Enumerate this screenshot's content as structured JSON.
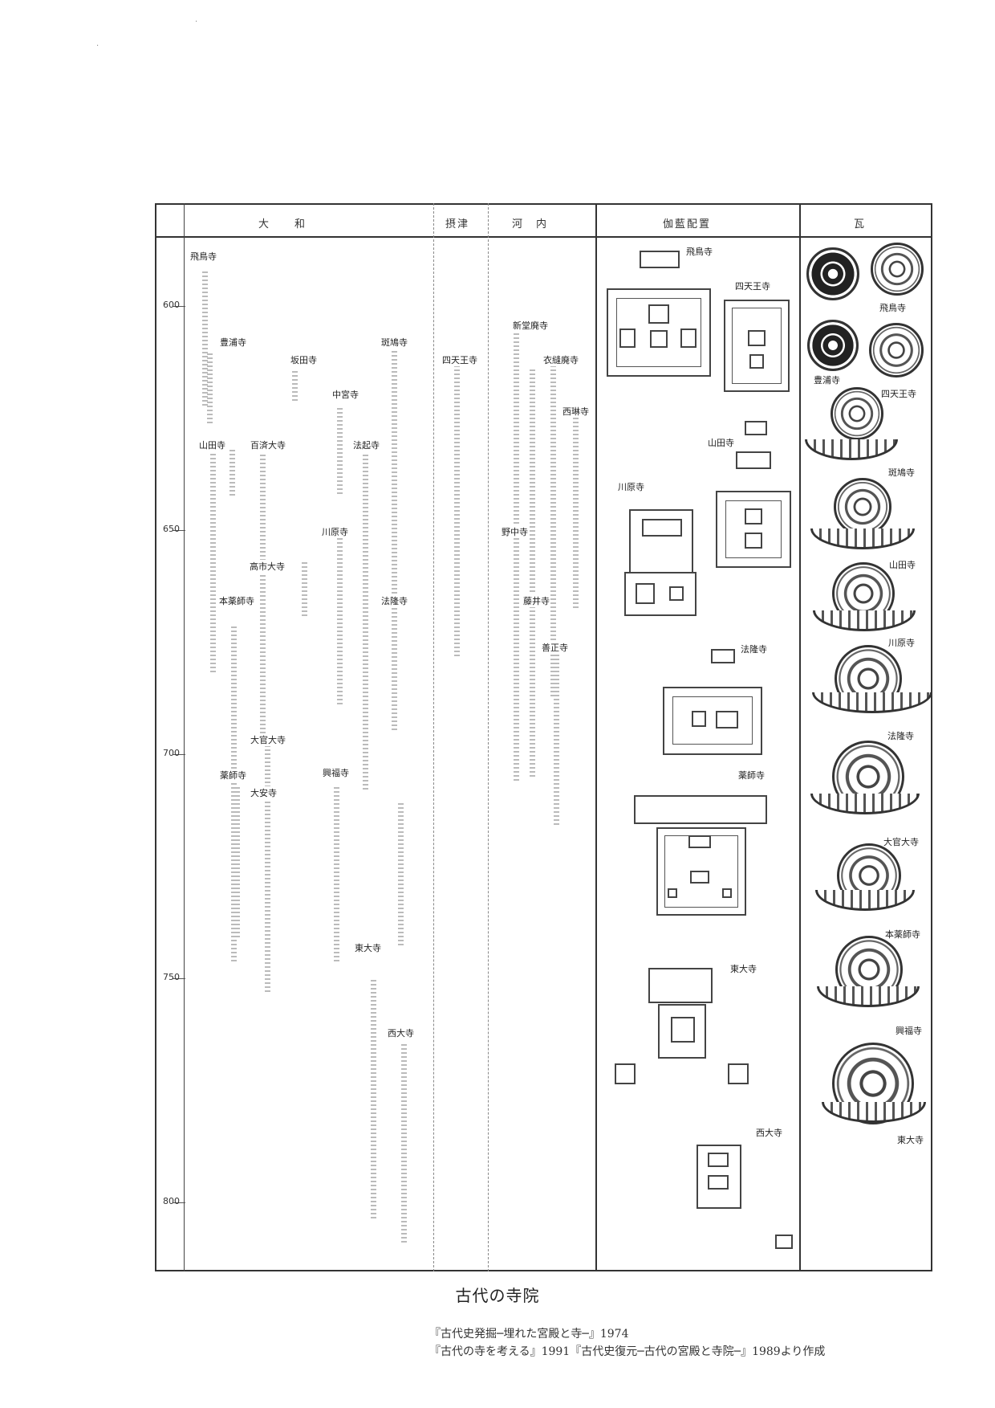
{
  "headers": {
    "yamato": "大　　和",
    "settsu": "摂津",
    "kawachi": "河　内",
    "layout": "伽藍配置",
    "tiles": "瓦"
  },
  "years": [
    "600",
    "650",
    "700",
    "750",
    "800"
  ],
  "temples": {
    "asukadera": "飛鳥寺",
    "toyuradera": "豊浦寺",
    "sakatadera": "坂田寺",
    "ikarugadera": "斑鳩寺",
    "chuguji": "中宮寺",
    "shitennoji": "四天王寺",
    "shindoharaidera": "新堂廃寺",
    "koromodera": "衣縫廃寺",
    "sairinji": "西琳寺",
    "yamadadera": "山田寺",
    "kudaradaiji": "百済大寺",
    "hokiji": "法起寺",
    "kawaharadera": "川原寺",
    "nonakadera": "野中寺",
    "takechidaiji": "高市大寺",
    "motoyakushiji": "本薬師寺",
    "horyuji": "法隆寺",
    "fujiidera": "藤井寺",
    "zenshoji": "善正寺",
    "daikandaiji": "大官大寺",
    "yakushiji": "薬師寺",
    "kofukuji": "興福寺",
    "daianji": "大安寺",
    "todaiji": "東大寺",
    "saidaiji": "西大寺"
  },
  "plans": {
    "asukadera": "飛鳥寺",
    "shitennoji": "四天王寺",
    "yamadadera": "山田寺",
    "kawaharadera": "川原寺",
    "horyuji": "法隆寺",
    "yakushiji": "薬師寺",
    "todaiji": "東大寺",
    "saidaiji": "西大寺"
  },
  "tiles": {
    "asukadera": "飛鳥寺",
    "toyuradera": "豊浦寺",
    "shitennoji": "四天王寺",
    "ikarugadera": "斑鳩寺",
    "yamadadera": "山田寺",
    "kawaharadera": "川原寺",
    "horyuji": "法隆寺",
    "daikandaiji": "大官大寺",
    "motoyakushiji": "本薬師寺",
    "kofukuji": "興福寺",
    "todaiji": "東大寺"
  },
  "caption": "古代の寺院",
  "sources": {
    "line1": "『古代史発掘─埋れた宮殿と寺─』1974",
    "line2": "『古代の寺を考える』1991『古代史復元─古代の宮殿と寺院─』1989より作成"
  }
}
